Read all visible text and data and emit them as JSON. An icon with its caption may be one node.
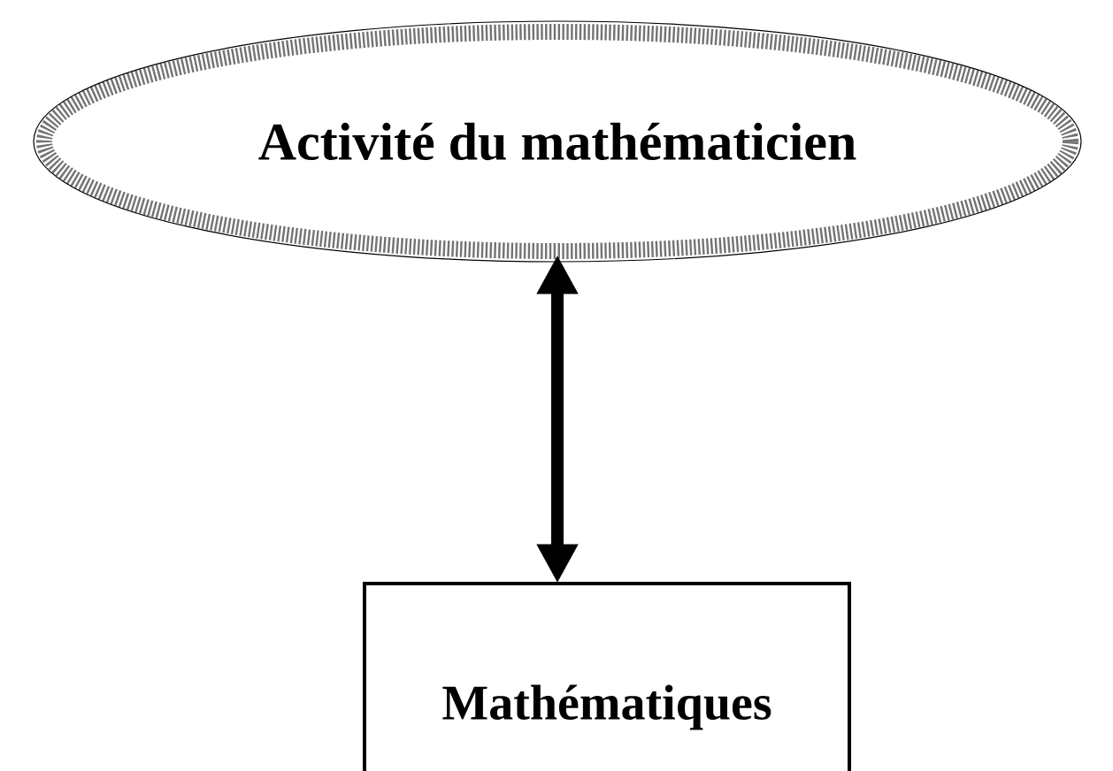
{
  "diagram": {
    "nodes": [
      {
        "text": [
          "Activité du mathématicien"
        ]
      },
      {
        "text": [
          "Mathématiques"
        ]
      }
    ],
    "edges": [
      {
        "from": 0,
        "to": 1,
        "arrow": "both"
      }
    ]
  }
}
